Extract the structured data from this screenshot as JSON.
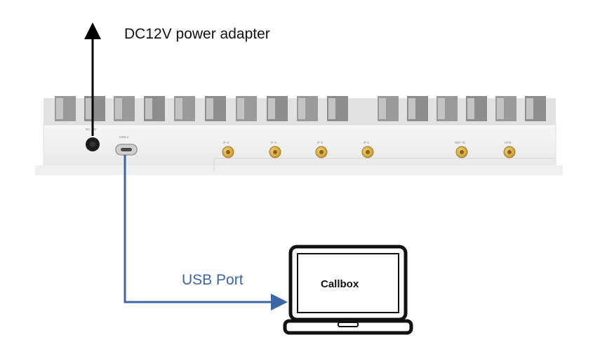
{
  "labels": {
    "power_adapter": "DC12V power adapter",
    "usb_port": "USB Port",
    "laptop": "Callbox"
  },
  "device": {
    "port_labels": [
      "DC 12V",
      "USB-C",
      "IF-4",
      "IF-3",
      "IF-2",
      "IF-1",
      "REF IN",
      "GPS"
    ]
  },
  "colors": {
    "usb_line": "#3c66a6",
    "power_arrow": "#000000",
    "connector_gold": "#d4a73a"
  }
}
